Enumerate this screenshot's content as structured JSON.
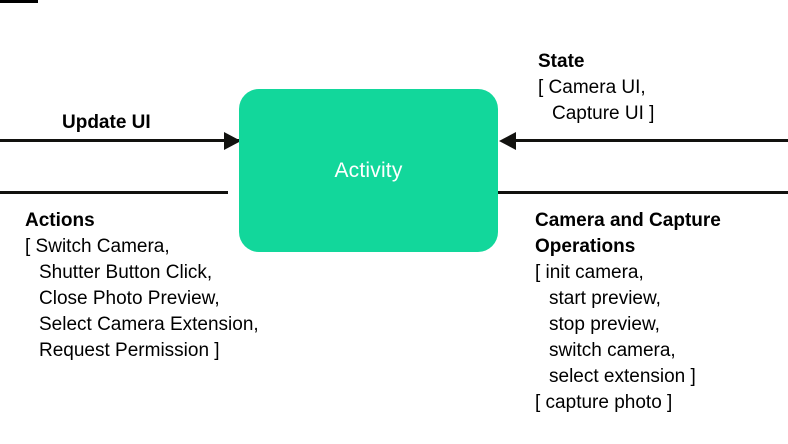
{
  "diagram": {
    "node": {
      "label": "Activity",
      "fill_color": "#12D79B",
      "text_color": "#FFFFFF"
    },
    "line_color": "#12120F",
    "edges": {
      "update_ui": {
        "label": "Update UI",
        "direction": "out-left"
      },
      "actions": {
        "title": "Actions",
        "direction": "in-right",
        "items": [
          "[ Switch Camera,",
          "Shutter Button Click,",
          "Close Photo Preview,",
          "Select Camera Extension,",
          "Request Permission ]"
        ]
      },
      "state": {
        "title": "State",
        "direction": "in-left",
        "items": [
          "[ Camera UI,",
          "Capture UI ]"
        ]
      },
      "operations": {
        "title_line_1": "Camera and Capture",
        "title_line_2": "Operations",
        "direction": "out-right",
        "items": [
          "[ init camera,",
          "start preview,",
          "stop preview,",
          "switch camera,",
          "select extension ]",
          "[ capture photo ]"
        ]
      }
    }
  }
}
